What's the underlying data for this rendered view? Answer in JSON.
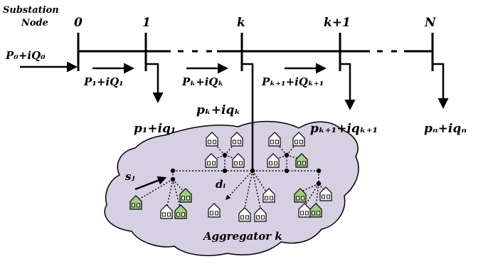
{
  "labels": {
    "substation_line1": "Substation",
    "substation_line2": "Node",
    "node_0": "0",
    "node_1": "1",
    "node_k": "k",
    "node_k1": "k+1",
    "node_N": "N",
    "P0": "P₀+iQ₀",
    "P1": "P₁+iQ₁",
    "Pk": "Pₖ+iQₖ",
    "Pk1": "Pₖ₊₁+iQₖ₊₁",
    "p1": "p₁+iq₁",
    "pk": "pₖ+iqₖ",
    "pk1": "pₖ₊₁+iqₖ₊₁",
    "pn": "pₙ+iqₙ",
    "sj": "sⱼ",
    "di": "dᵢ",
    "aggregator": "Aggregator k"
  },
  "colors": {
    "cloud_fill": "#d6d0e2",
    "house_green": "#9fd07b",
    "line": "#000000"
  }
}
